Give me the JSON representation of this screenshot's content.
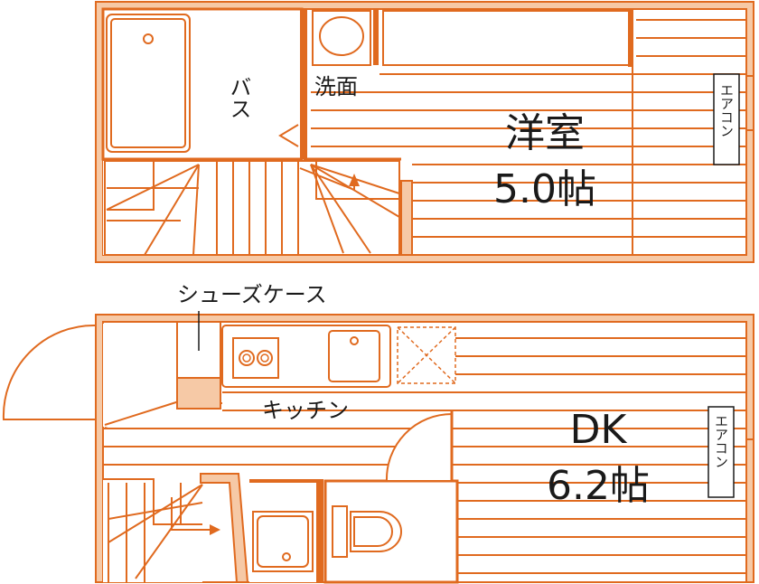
{
  "colors": {
    "wall": "#f6c9a6",
    "line": "#e06a1f",
    "text": "#1a1a1a",
    "background": "#ffffff"
  },
  "upper_floor": {
    "bath_label": "バス",
    "washroom_label": "洗面",
    "room_name": "洋室",
    "room_size": "5.0帖",
    "aircon_label": "エアコン"
  },
  "lower_floor": {
    "shoe_case_label": "シューズケース",
    "kitchen_label": "キッチン",
    "room_name": "DK",
    "room_size": "6.2帖",
    "aircon_label": "エアコン"
  }
}
